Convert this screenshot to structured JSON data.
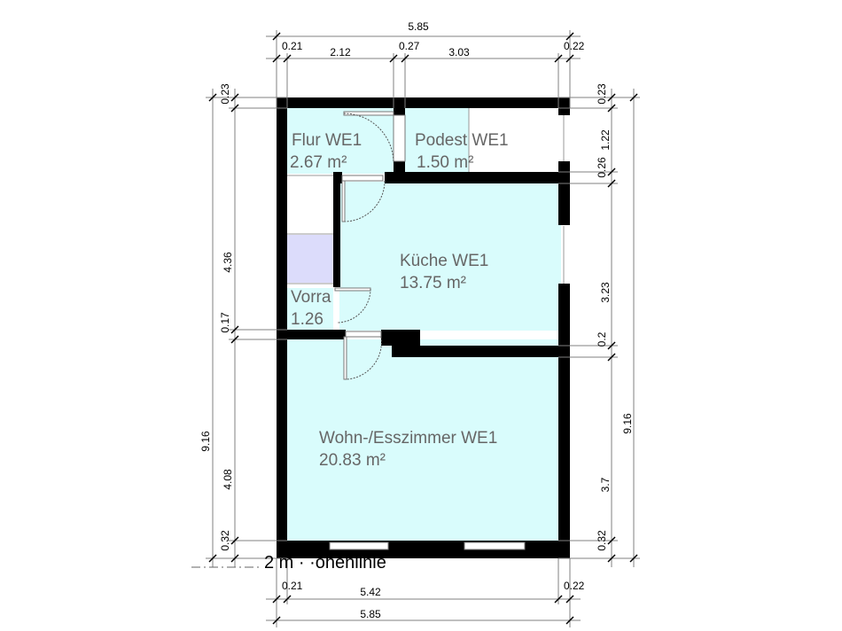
{
  "colors": {
    "room_fill": "#d9fcfc",
    "storage_fill": "#dcdcfb",
    "wall": "#000000",
    "dimension_line": "#808080"
  },
  "rooms": [
    {
      "name": "Flur WE1",
      "area": "2.67 m²"
    },
    {
      "name": "Podest WE1",
      "area": "1.50 m²"
    },
    {
      "name": "Küche WE1",
      "area": "13.75 m²"
    },
    {
      "name": "Vorra",
      "area": "1.26"
    },
    {
      "name": "Wohn-/Esszimmer WE1",
      "area": "20.83 m²"
    }
  ],
  "dimensions": {
    "top_total": "5.85",
    "top_segments": [
      "0.21",
      "2.12",
      "0.27",
      "3.03",
      "0.22"
    ],
    "bottom_segments": [
      "0.21",
      "5.42",
      "0.22"
    ],
    "bottom_total": "5.85",
    "left_outer": "9.16",
    "left_segments": [
      "0.23",
      "4.36",
      "0.17",
      "4.08",
      "0.32"
    ],
    "right_segments": [
      "0.23",
      "1.22",
      "0.26",
      "3.23",
      "0.2",
      "3.7",
      "0.32"
    ],
    "right_outer": "9.16"
  },
  "height_line_label": "2 m · ·öhenlinie"
}
